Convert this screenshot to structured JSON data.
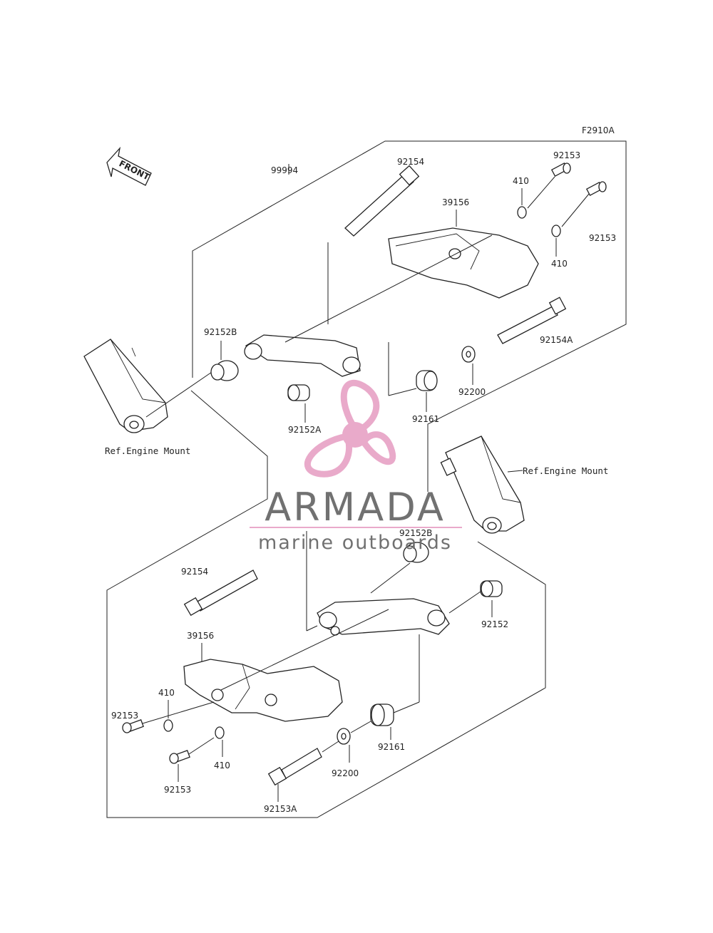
{
  "figure_code": "F2910A",
  "front_label": "FRONT",
  "ref_engine_mount": "Ref.Engine Mount",
  "watermark": {
    "brand": "ARMADA",
    "sub": "marine outboards",
    "accent_color": "#e8a6c8"
  },
  "parts": {
    "p99994": "99994",
    "p92154_top": "92154",
    "p92153_top_a": "92153",
    "p92153_top_b": "92153",
    "p410_top_a": "410",
    "p410_top_b": "410",
    "p39156_top": "39156",
    "p92152b_top": "92152B",
    "p92152a_top": "92152A",
    "p92161_top": "92161",
    "p92200_top": "92200",
    "p92154a_top": "92154A",
    "p92152b_bot": "92152B",
    "p92154_bot": "92154",
    "p92152_bot": "92152",
    "p39156_bot": "39156",
    "p410_bot_a": "410",
    "p410_bot_b": "410",
    "p92153_bot_a": "92153",
    "p92153_bot_b": "92153",
    "p92161_bot": "92161",
    "p92200_bot": "92200",
    "p92153a_bot": "92153A"
  }
}
